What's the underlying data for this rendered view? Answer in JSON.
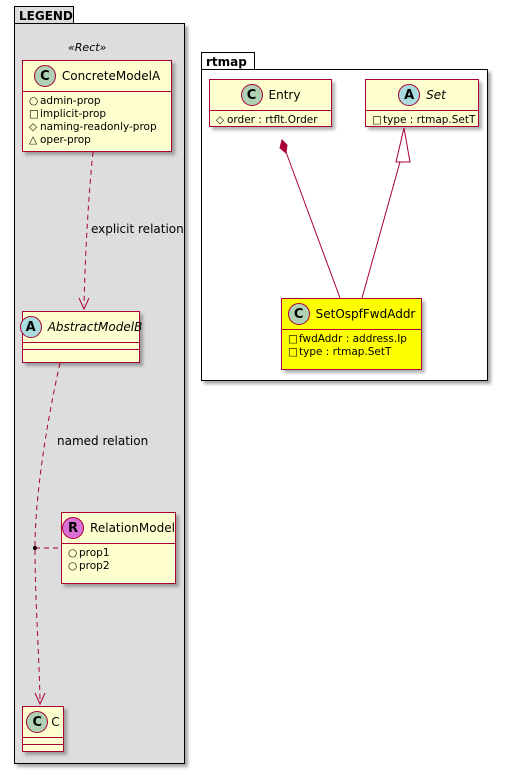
{
  "legend_package": {
    "title": "LEGEND",
    "stereotype": "«Rect»",
    "classes": {
      "concrete": {
        "kind": "C",
        "name": "ConcreteModelA",
        "attributes": [
          {
            "vis": "○",
            "name": "admin-prop"
          },
          {
            "vis": "□",
            "name": "implicit-prop"
          },
          {
            "vis": "◇",
            "name": "naming-readonly-prop"
          },
          {
            "vis": "△",
            "name": "oper-prop"
          }
        ]
      },
      "abstract": {
        "kind": "A",
        "name": "AbstractModelB"
      },
      "relation": {
        "kind": "R",
        "name": "RelationModel",
        "attributes": [
          {
            "vis": "○",
            "name": "prop1"
          },
          {
            "vis": "○",
            "name": "prop2"
          }
        ]
      },
      "c": {
        "kind": "C",
        "name": "C"
      }
    },
    "edges": {
      "explicit": "explicit relation",
      "named": "named relation"
    }
  },
  "rtmap_package": {
    "title": "rtmap",
    "classes": {
      "entry": {
        "kind": "C",
        "name": "Entry",
        "attributes": [
          {
            "vis": "◇",
            "name": "order : rtflt.Order"
          }
        ]
      },
      "set": {
        "kind": "A",
        "name": "Set",
        "attributes": [
          {
            "vis": "□",
            "name": "type : rtmap.SetT"
          }
        ]
      },
      "ospf": {
        "kind": "C",
        "name": "SetOspfFwdAddr",
        "attributes": [
          {
            "vis": "□",
            "name": "fwdAddr : address.Ip"
          },
          {
            "vis": "□",
            "name": "type : rtmap.SetT"
          }
        ]
      }
    }
  },
  "colors": {
    "class_fill": "#fefece",
    "class_border": "#a80036",
    "highlight_fill": "#ffff00",
    "legend_fill": "#dddddd"
  }
}
